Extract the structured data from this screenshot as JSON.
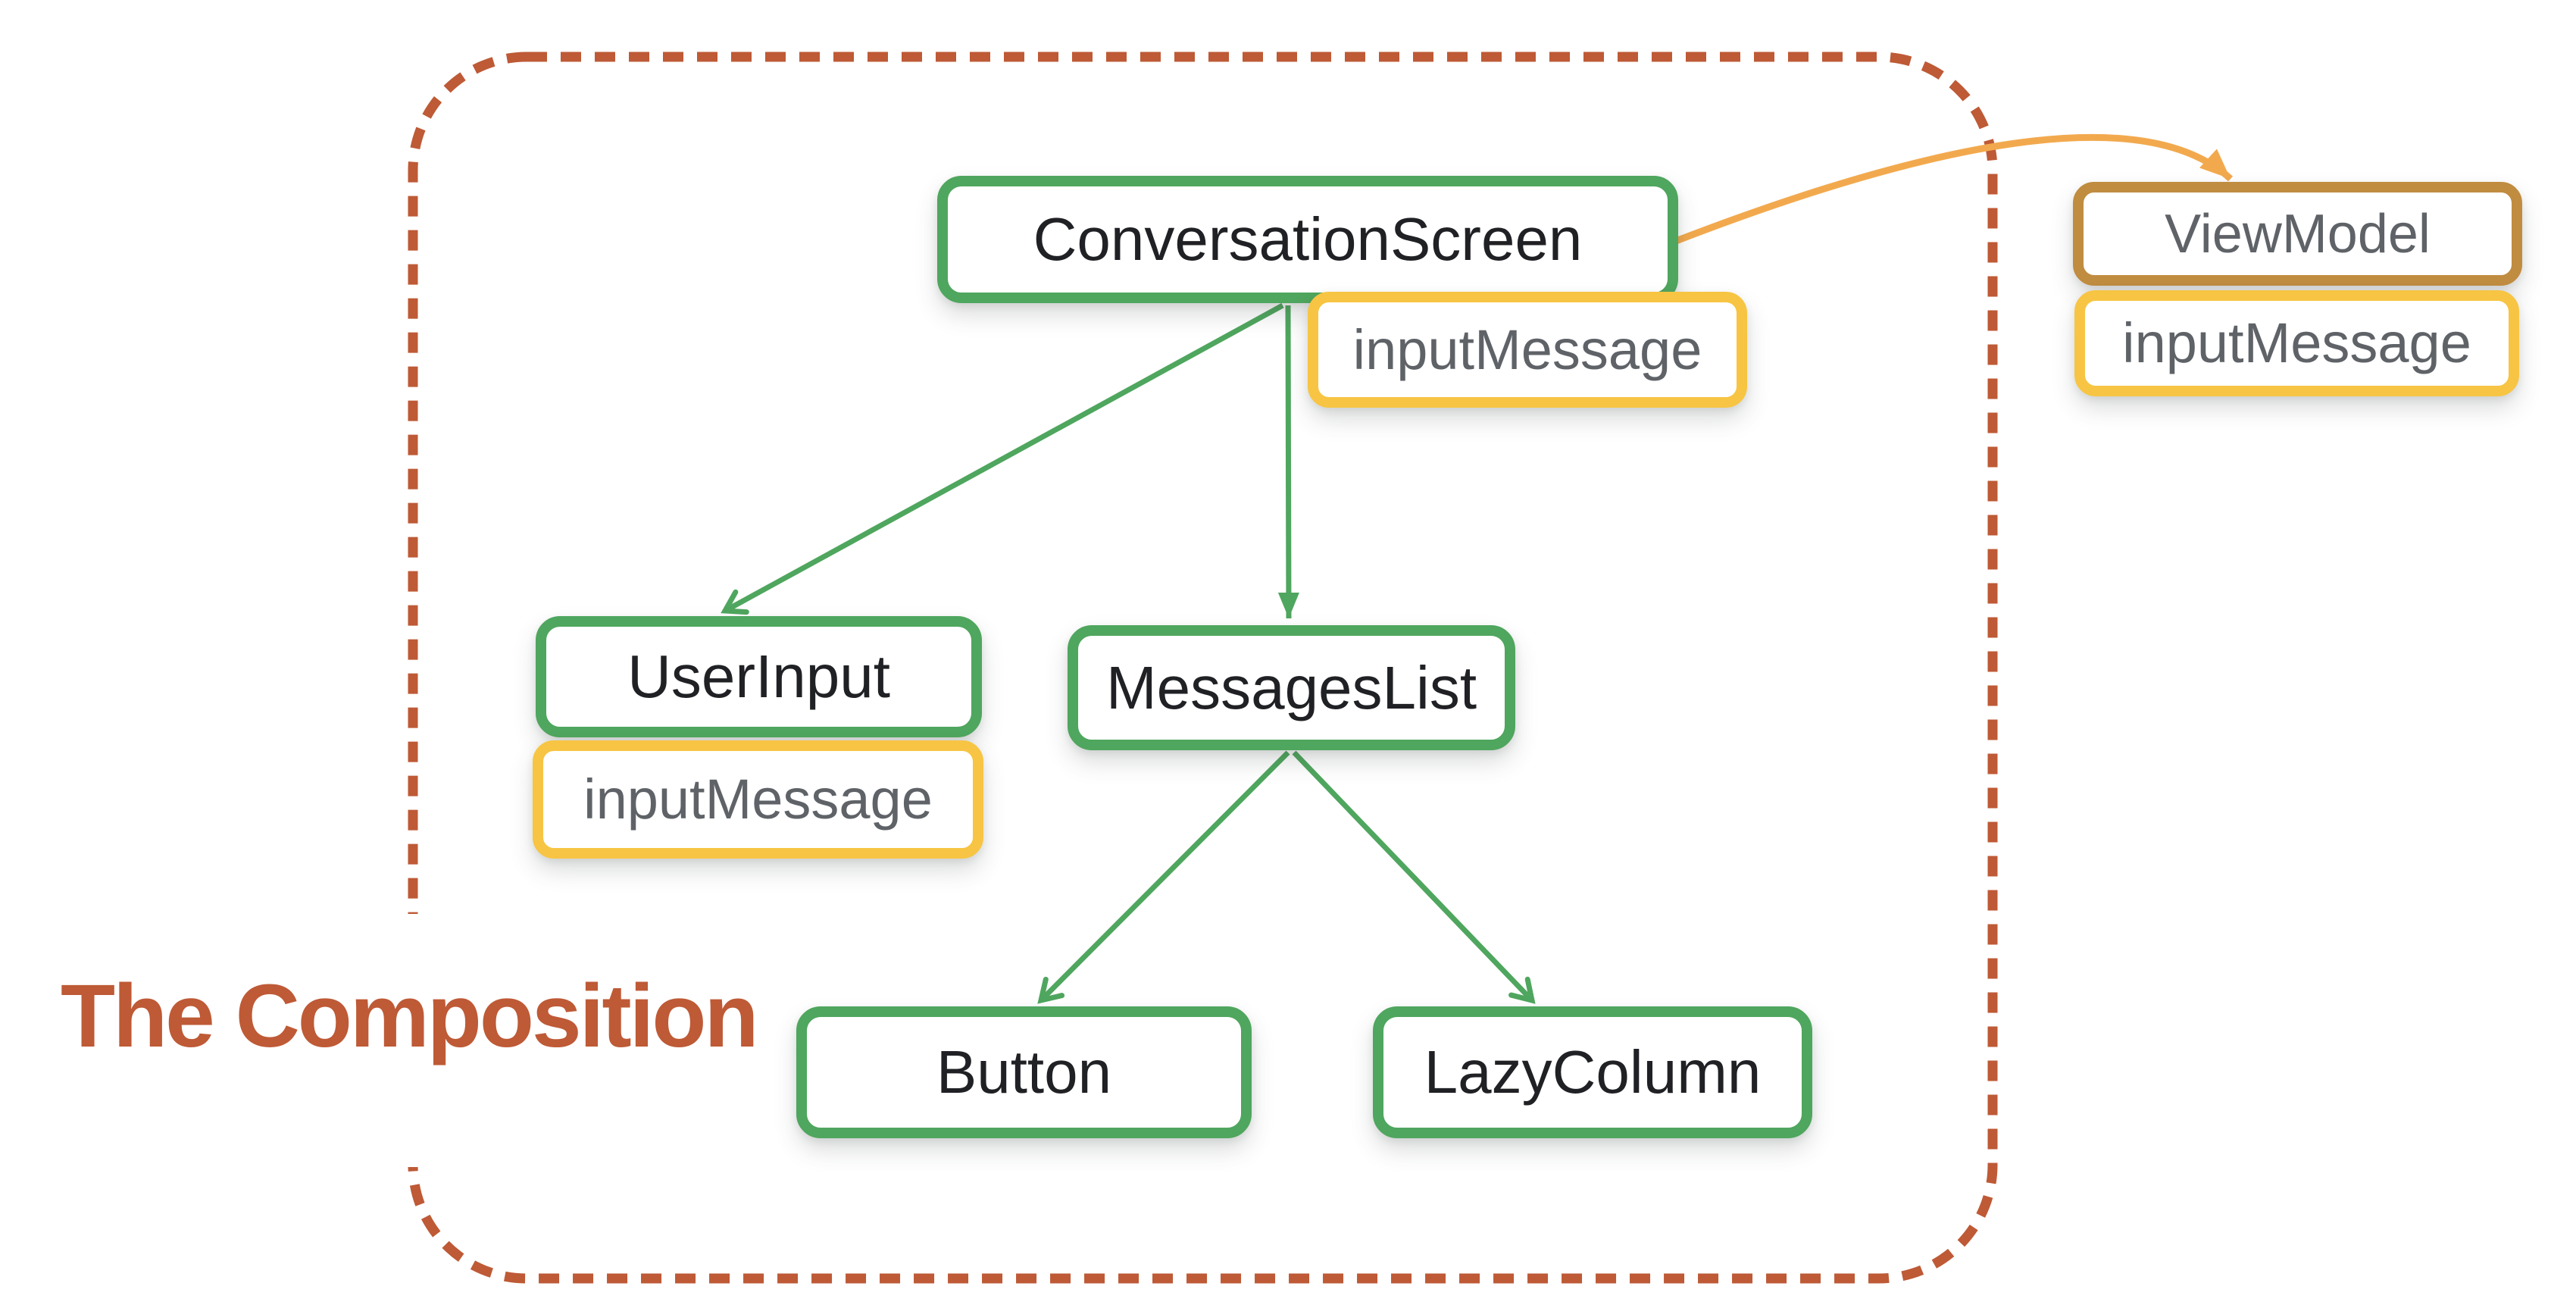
{
  "diagram": {
    "title": "The Composition",
    "nodes": {
      "conversation_screen": {
        "label": "ConversationScreen",
        "kind": "composable"
      },
      "conversation_screen_state": {
        "label": "inputMessage",
        "kind": "state"
      },
      "view_model": {
        "label": "ViewModel",
        "kind": "viewmodel"
      },
      "view_model_state": {
        "label": "inputMessage",
        "kind": "state"
      },
      "user_input": {
        "label": "UserInput",
        "kind": "composable"
      },
      "user_input_state": {
        "label": "inputMessage",
        "kind": "state"
      },
      "messages_list": {
        "label": "MessagesList",
        "kind": "composable"
      },
      "button": {
        "label": "Button",
        "kind": "composable"
      },
      "lazy_column": {
        "label": "LazyColumn",
        "kind": "composable"
      }
    },
    "edges": [
      {
        "from": "ConversationScreen",
        "to": "UserInput",
        "style": "composition"
      },
      {
        "from": "ConversationScreen",
        "to": "MessagesList",
        "style": "composition"
      },
      {
        "from": "MessagesList",
        "to": "Button",
        "style": "composition"
      },
      {
        "from": "MessagesList",
        "to": "LazyColumn",
        "style": "composition"
      },
      {
        "from": "ConversationScreen",
        "to": "ViewModel",
        "style": "state-hoisting"
      }
    ],
    "colors": {
      "composable_green": "#4FA65E",
      "state_yellow": "#F7C543",
      "viewmodel_brown": "#C08C40",
      "arrow_orange": "#F2A94E",
      "composition_brick": "#BE5A36",
      "label_black": "#202124",
      "label_gray": "#5F6368",
      "background": "#FFFFFF"
    }
  }
}
